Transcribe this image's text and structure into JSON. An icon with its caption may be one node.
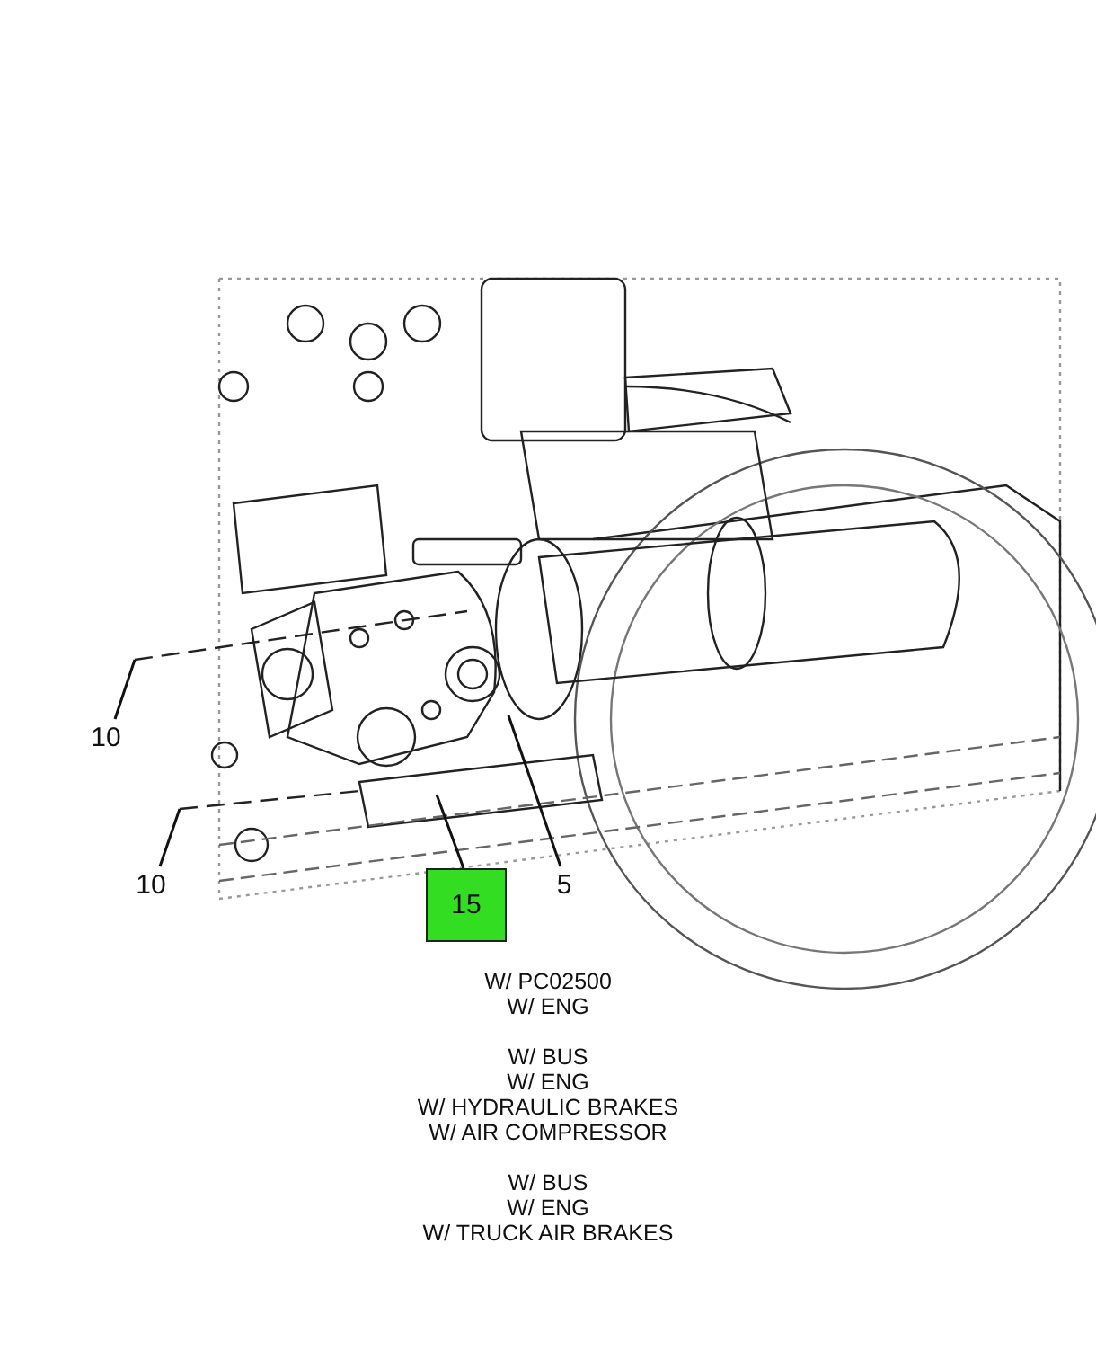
{
  "diagram": {
    "nodes": [
      {
        "text": [
          "10"
        ]
      },
      {
        "text": [
          "10"
        ]
      },
      {
        "text": [
          "15"
        ]
      },
      {
        "text": [
          "5"
        ]
      }
    ],
    "edges": [
      {
        "from": 0,
        "to": null,
        "arrow": "none"
      },
      {
        "from": 1,
        "to": null,
        "arrow": "none"
      },
      {
        "from": 2,
        "to": null,
        "arrow": "none"
      },
      {
        "from": 3,
        "to": null,
        "arrow": "none"
      }
    ],
    "labels": [
      "W/ PC02500",
      "W/ ENG",
      "W/ BUS",
      "W/ ENG",
      "W/ HYDRAULIC BRAKES",
      "W/ AIR COMPRESSOR",
      "W/ BUS",
      "W/ ENG",
      "W/ TRUCK AIR BRAKES"
    ]
  }
}
